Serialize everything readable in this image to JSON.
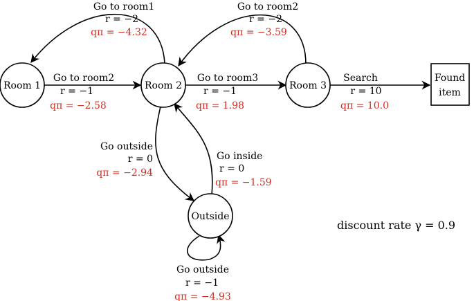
{
  "nodes": {
    "room1": "Room 1",
    "room2": "Room 2",
    "room3": "Room 3",
    "outside": "Outside",
    "found_line1": "Found",
    "found_line2": "item"
  },
  "edges": {
    "room2_to_room1": {
      "action": "Go to room1",
      "reward": "r = −2",
      "q": "qπ = −4.32"
    },
    "room3_to_room2": {
      "action": "Go to room2",
      "reward": "r = −2",
      "q": "qπ = −3.59"
    },
    "room1_to_room2": {
      "action": "Go to room2",
      "reward": "r = −1",
      "q": "qπ = −2.58"
    },
    "room2_to_room3": {
      "action": "Go to room3",
      "reward": "r = −1",
      "q": "qπ = 1.98"
    },
    "room3_to_found": {
      "action": "Search",
      "reward": "r = 10",
      "q": "qπ = 10.0"
    },
    "room2_to_outside": {
      "action": "Go outside",
      "reward": "r = 0",
      "q": "qπ = −2.94"
    },
    "outside_to_room2": {
      "action": "Go inside",
      "reward": "r = 0",
      "q": "qπ = −1.59"
    },
    "outside_self": {
      "action": "Go outside",
      "reward": "r = −1",
      "q": "qπ = −4.93"
    }
  },
  "note": "discount rate γ = 0.9",
  "colors": {
    "q_value": "#d62d20",
    "line": "#000000"
  }
}
